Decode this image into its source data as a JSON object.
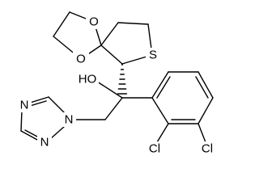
{
  "structure": {
    "atoms": {
      "o_dioxolane_upper": "O",
      "o_dioxolane_lower": "O",
      "s_thiolane": "S",
      "hydroxyl": "HO",
      "n_triazole_1": "N",
      "n_triazole_2": "N",
      "n_triazole_4": "N",
      "cl_ortho": "Cl",
      "cl_para": "Cl"
    }
  }
}
